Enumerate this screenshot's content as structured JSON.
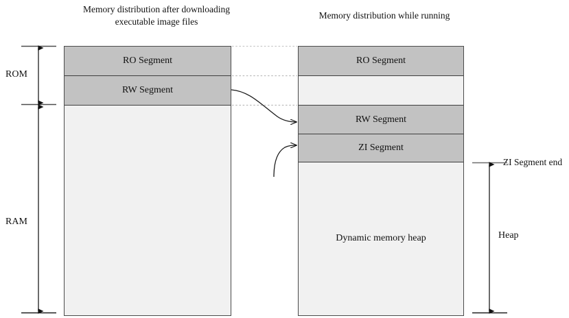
{
  "figure": {
    "background": "#ffffff",
    "segment_fill": "#c2c2c2",
    "free_fill": "#f1f1f1",
    "border_color": "#4a4a4a",
    "connector_color": "#bbbbbb"
  },
  "titles": {
    "left": "Memory distribution after downloading executable image files",
    "right": "Memory distribution while running"
  },
  "left_box": {
    "segments": [
      {
        "label": "RO Segment",
        "kind": "filled"
      },
      {
        "label": "RW Segment",
        "kind": "filled"
      },
      {
        "label": "",
        "kind": "free"
      }
    ]
  },
  "right_box": {
    "segments": [
      {
        "label": "RO Segment",
        "kind": "filled"
      },
      {
        "label": "",
        "kind": "gap"
      },
      {
        "label": "RW Segment",
        "kind": "filled"
      },
      {
        "label": "ZI Segment",
        "kind": "filled"
      },
      {
        "label": "Dynamic memory heap",
        "kind": "free"
      }
    ]
  },
  "rulers": {
    "rom": "ROM",
    "ram": "RAM",
    "zi_segment_end": "ZI Segment end",
    "heap": "Heap"
  },
  "icons": {
    "arrow_rw_copy": "curved-arrow-icon",
    "arrow_zi_init": "curved-arrow-icon",
    "rom_extent": "double-arrow-icon",
    "ram_extent": "double-arrow-icon",
    "heap_extent": "double-arrow-icon"
  }
}
